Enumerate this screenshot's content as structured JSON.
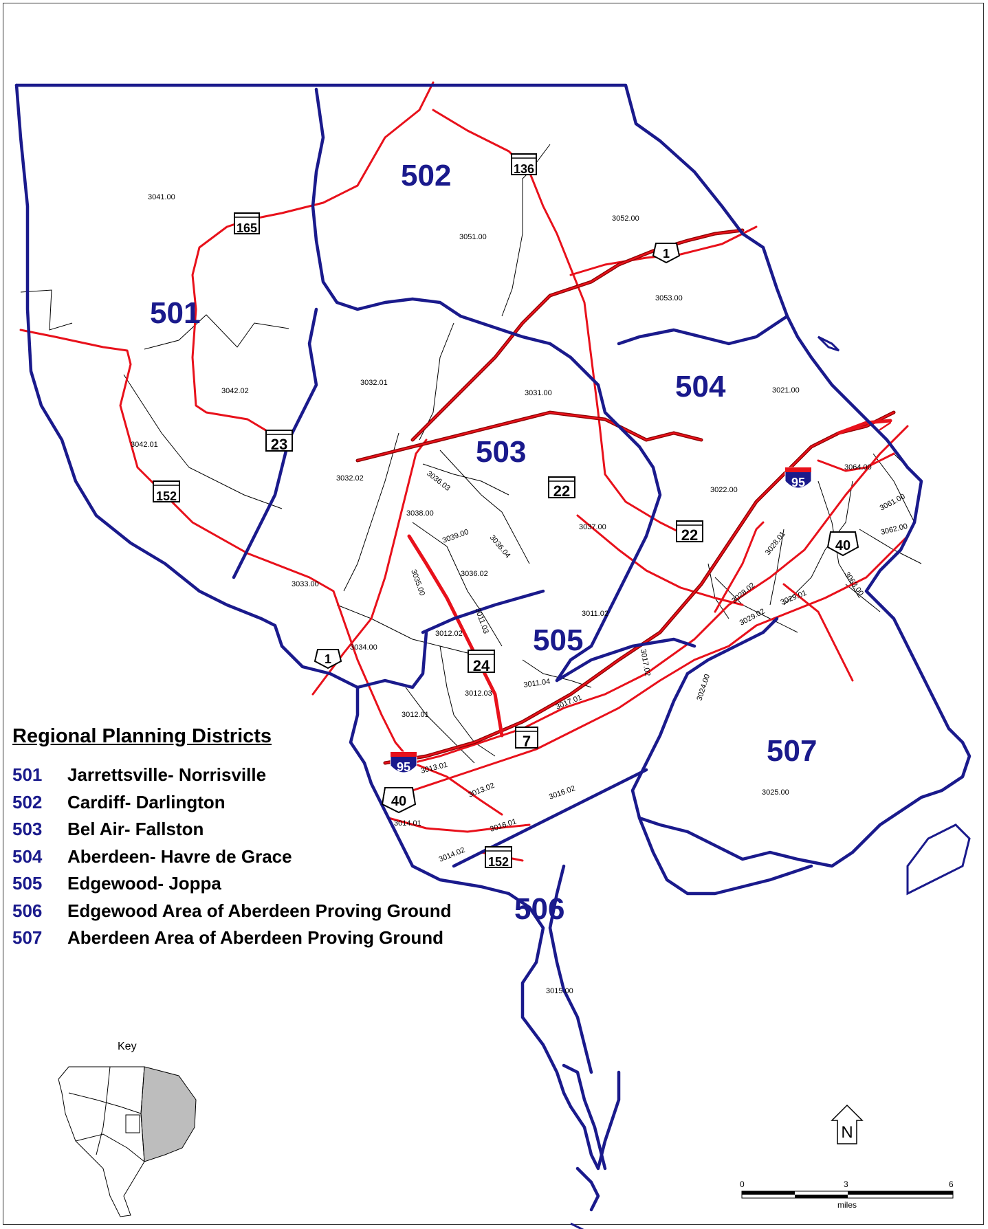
{
  "districts": [
    {
      "id": "501",
      "name": "Jarrettsville- Norrisville"
    },
    {
      "id": "502",
      "name": "Cardiff- Darlington"
    },
    {
      "id": "503",
      "name": "Bel Air- Fallston"
    },
    {
      "id": "504",
      "name": "Aberdeen- Havre de Grace"
    },
    {
      "id": "505",
      "name": "Edgewood- Joppa"
    },
    {
      "id": "506",
      "name": "Edgewood Area of Aberdeen Proving Ground"
    },
    {
      "id": "507",
      "name": "Aberdeen Area of Aberdeen Proving Ground"
    }
  ],
  "legend": {
    "title": "Regional Planning Districts"
  },
  "tracts": [
    "3041.00",
    "3051.00",
    "3052.00",
    "3053.00",
    "3042.02",
    "3032.01",
    "3031.00",
    "3021.00",
    "3042.01",
    "3032.02",
    "3036.03",
    "3038.00",
    "3039.00",
    "3036.04",
    "3036.02",
    "3037.00",
    "3022.00",
    "3064.00",
    "3061.00",
    "3062.00",
    "3028.01",
    "3028.02",
    "3029.02",
    "3029.01",
    "3063.00",
    "3033.00",
    "3035.00",
    "3011.03",
    "3012.02",
    "3011.02",
    "3034.00",
    "3017.02",
    "3012.03",
    "3011.04",
    "3017.01",
    "3024.00",
    "3012.01",
    "3013.01",
    "3013.02",
    "3016.02",
    "3025.00",
    "3014.01",
    "3016.01",
    "3014.02",
    "3015.00"
  ],
  "route_shields": [
    "136",
    "165",
    "1",
    "23",
    "22",
    "22",
    "152",
    "95",
    "40",
    "1",
    "24",
    "7",
    "95",
    "40",
    "152"
  ],
  "key": {
    "label": "Key"
  },
  "north_arrow": {
    "label": "N"
  },
  "scale": {
    "ticks": [
      "0",
      "3",
      "6"
    ],
    "unit": "miles"
  },
  "colors": {
    "district_boundary": "#1a1a8c",
    "road": "#e8111b",
    "tract_line": "#000000",
    "key_highlight": "#bdbdbd"
  }
}
